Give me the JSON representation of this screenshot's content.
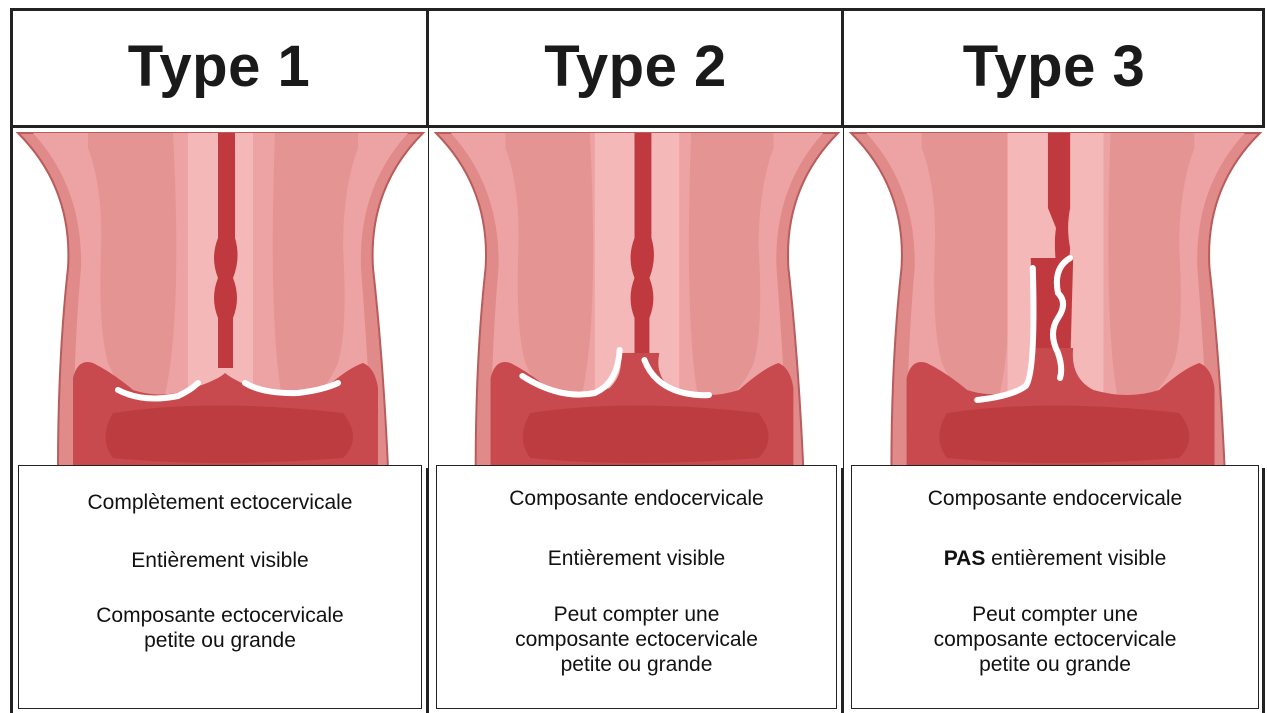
{
  "columns": [
    {
      "title": "Type 1",
      "line1": "Complètement ectocervicale",
      "line2": "Entièrement visible",
      "line3a": "Composante ectocervicale",
      "line3b": "petite ou grande"
    },
    {
      "title": "Type 2",
      "line1": "Composante endocervicale",
      "line2": "Entièrement visible",
      "line3a": "Peut compter une",
      "line3b": "composante ectocervicale",
      "line3c": "petite ou grande"
    },
    {
      "title": "Type 3",
      "line1": "Composante endocervicale",
      "line2_bold": "PAS",
      "line2_rest": " entièrement visible",
      "line3a": "Peut compter une",
      "line3b": "composante ectocervicale",
      "line3c": "petite ou grande"
    }
  ],
  "colors": {
    "outer_tissue": "#e08a8a",
    "inner_tissue": "#eda3a3",
    "light_tissue": "#f4b8b8",
    "canal": "#c0393f",
    "vagina": "#c84a4e",
    "transformation_zone": "#ffffff",
    "border": "#222222"
  }
}
